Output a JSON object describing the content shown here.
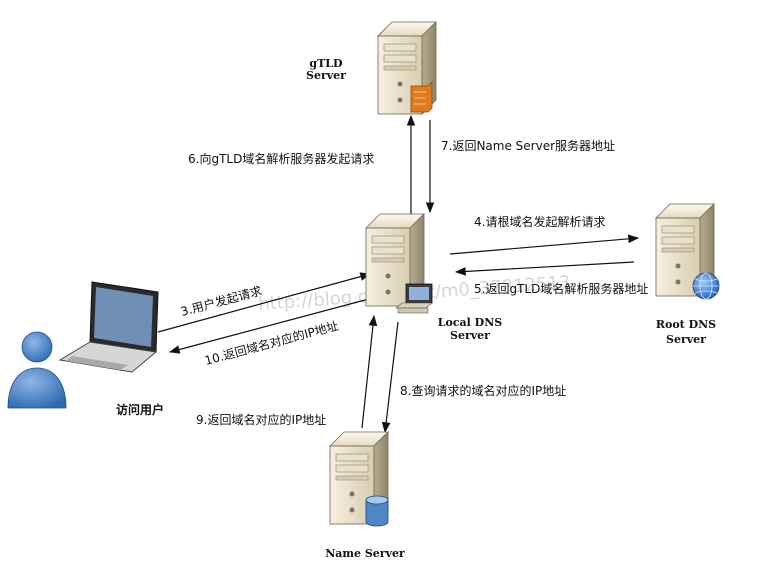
{
  "nodes": {
    "gtld": {
      "line1": "gTLD",
      "line2": "Server"
    },
    "local": {
      "line1": "Local DNS",
      "line2": "Server"
    },
    "root": {
      "line1": "Root DNS",
      "line2": "Server"
    },
    "name": {
      "line1": "Name Server"
    },
    "user": {
      "line1": "访问用户"
    }
  },
  "steps": {
    "s3": "3.用户发起请求",
    "s4": "4.请根域名发起解析请求",
    "s5": "5.返回gTLD域名解析服务器地址",
    "s6": "6.向gTLD域名解析服务器发起请求",
    "s7": "7.返回Name Server服务器地址",
    "s8": "8.查询请求的域名对应的IP地址",
    "s9": "9.返回域名对应的IP地址",
    "s10": "10.返回域名对应的IP地址"
  },
  "watermark": "http://blog.csdn.net/m0_37812513"
}
